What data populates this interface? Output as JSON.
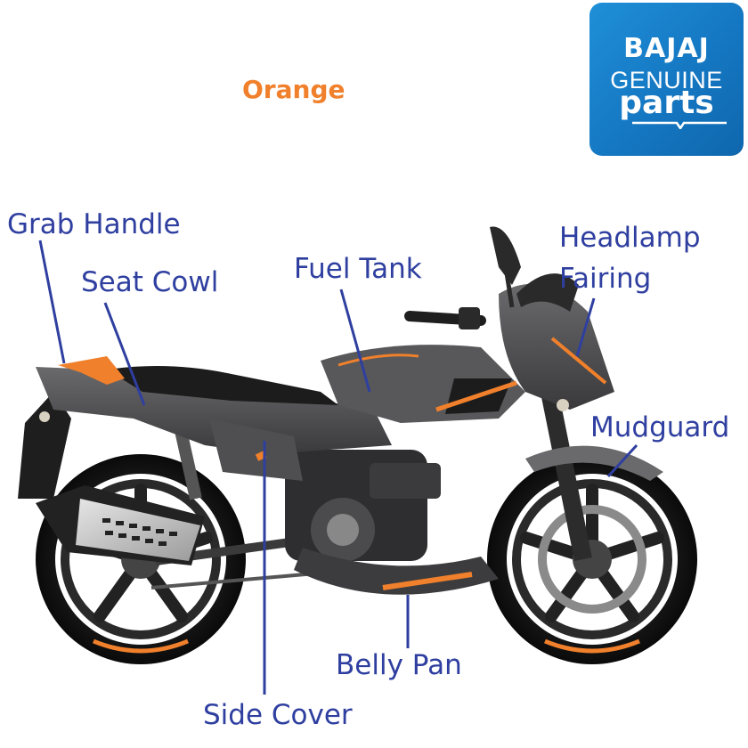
{
  "color_variant": {
    "label": "Orange",
    "color": "#f0802b"
  },
  "logo": {
    "line1": "BAJAJ",
    "line2": "GENUINE",
    "line3": "parts",
    "bg": "#1a7fcb"
  },
  "label_color": "#2f3fa0",
  "callouts": [
    {
      "id": "grab-handle",
      "text": "Grab Handle"
    },
    {
      "id": "seat-cowl",
      "text": "Seat Cowl"
    },
    {
      "id": "fuel-tank",
      "text": "Fuel Tank"
    },
    {
      "id": "headlamp-fairing",
      "text_lines": [
        "Headlamp",
        "Fairing"
      ]
    },
    {
      "id": "mudguard",
      "text": "Mudguard"
    },
    {
      "id": "side-cover",
      "text": "Side Cover"
    },
    {
      "id": "belly-pan",
      "text": "Belly Pan"
    }
  ]
}
